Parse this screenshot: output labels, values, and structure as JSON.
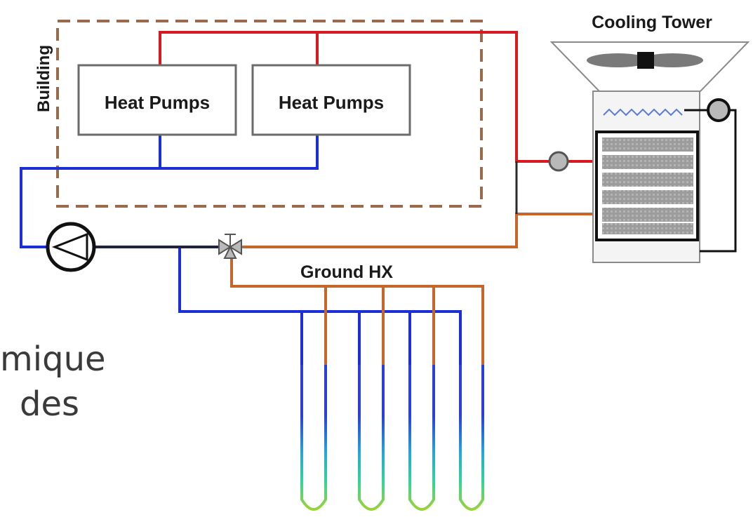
{
  "diagram": {
    "title": "Cooling Tower",
    "building_label": "Building",
    "heat_pump_labels": [
      "Heat Pumps",
      "Heat Pumps"
    ],
    "ground_hx_label": "Ground HX"
  },
  "slide_text": {
    "line1": "mique",
    "line2": "des"
  },
  "colors": {
    "supply_red": "#d71920",
    "return_blue": "#1c2fd6",
    "ground_orange": "#c8652a",
    "building_border": "#9b6a4a"
  },
  "icons": [
    "circulation-pump-icon",
    "three-way-valve-icon",
    "cooling-tower-fan-icon",
    "tower-pump-icon"
  ]
}
